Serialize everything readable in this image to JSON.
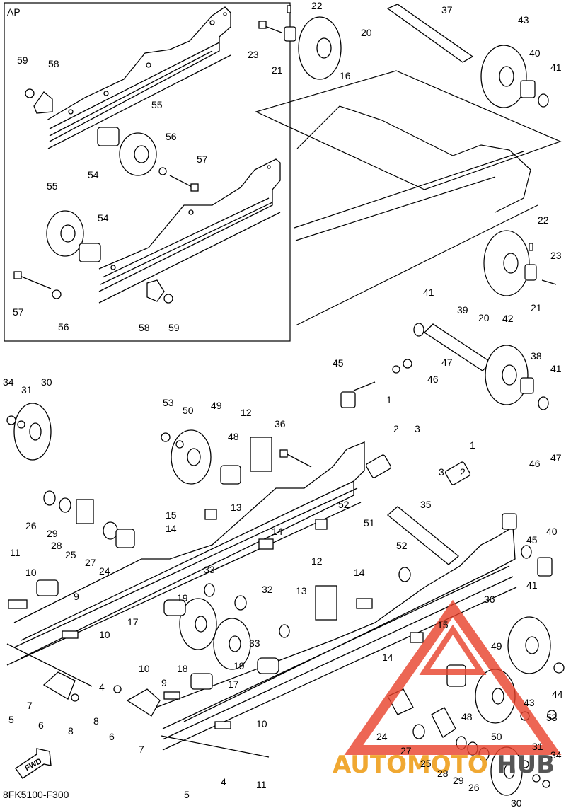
{
  "inset": {
    "title": "AP"
  },
  "figure_code": "8FK5100-F300",
  "fwd_label": "FWD",
  "watermark": {
    "left": "AUTOMOTO",
    "right": "HUB",
    "orange": "#f0a832",
    "red": "#e8402a",
    "grey": "#555555"
  },
  "callouts": [
    {
      "id": "c22a",
      "text": "22"
    },
    {
      "id": "c23a",
      "text": "23"
    },
    {
      "id": "c21a",
      "text": "21"
    },
    {
      "id": "c20a",
      "text": "20"
    },
    {
      "id": "c37",
      "text": "37"
    },
    {
      "id": "c43a",
      "text": "43"
    },
    {
      "id": "c40a",
      "text": "40"
    },
    {
      "id": "c41a",
      "text": "41"
    },
    {
      "id": "c16",
      "text": "16"
    },
    {
      "id": "c22b",
      "text": "22"
    },
    {
      "id": "c23b",
      "text": "23"
    },
    {
      "id": "c21b",
      "text": "21"
    },
    {
      "id": "c20b",
      "text": "20"
    },
    {
      "id": "c59a",
      "text": "59"
    },
    {
      "id": "c58a",
      "text": "58"
    },
    {
      "id": "c55a",
      "text": "55"
    },
    {
      "id": "c56a",
      "text": "56"
    },
    {
      "id": "c57a",
      "text": "57"
    },
    {
      "id": "c54a",
      "text": "54"
    },
    {
      "id": "c55b",
      "text": "55"
    },
    {
      "id": "c54b",
      "text": "54"
    },
    {
      "id": "c57b",
      "text": "57"
    },
    {
      "id": "c56b",
      "text": "56"
    },
    {
      "id": "c58b",
      "text": "58"
    },
    {
      "id": "c59b",
      "text": "59"
    },
    {
      "id": "c41b",
      "text": "41"
    },
    {
      "id": "c39",
      "text": "39"
    },
    {
      "id": "c42",
      "text": "42"
    },
    {
      "id": "c45a",
      "text": "45"
    },
    {
      "id": "c47a",
      "text": "47"
    },
    {
      "id": "c46a",
      "text": "46"
    },
    {
      "id": "c38",
      "text": "38"
    },
    {
      "id": "c41c",
      "text": "41"
    },
    {
      "id": "c34a",
      "text": "34"
    },
    {
      "id": "c31a",
      "text": "31"
    },
    {
      "id": "c30a",
      "text": "30"
    },
    {
      "id": "c53a",
      "text": "53"
    },
    {
      "id": "c50a",
      "text": "50"
    },
    {
      "id": "c49a",
      "text": "49"
    },
    {
      "id": "c12a",
      "text": "12"
    },
    {
      "id": "c36a",
      "text": "36"
    },
    {
      "id": "c1a",
      "text": "1"
    },
    {
      "id": "c2a",
      "text": "2"
    },
    {
      "id": "c3a",
      "text": "3"
    },
    {
      "id": "c48a",
      "text": "48"
    },
    {
      "id": "c1b",
      "text": "1"
    },
    {
      "id": "c3b",
      "text": "3"
    },
    {
      "id": "c2b",
      "text": "2"
    },
    {
      "id": "c46b",
      "text": "46"
    },
    {
      "id": "c47b",
      "text": "47"
    },
    {
      "id": "c26a",
      "text": "26"
    },
    {
      "id": "c29a",
      "text": "29"
    },
    {
      "id": "c28a",
      "text": "28"
    },
    {
      "id": "c25a",
      "text": "25"
    },
    {
      "id": "c27a",
      "text": "27"
    },
    {
      "id": "c24a",
      "text": "24"
    },
    {
      "id": "c15a",
      "text": "15"
    },
    {
      "id": "c14a",
      "text": "14"
    },
    {
      "id": "c13a",
      "text": "13"
    },
    {
      "id": "c14b",
      "text": "14"
    },
    {
      "id": "c52a",
      "text": "52"
    },
    {
      "id": "c51",
      "text": "51"
    },
    {
      "id": "c35",
      "text": "35"
    },
    {
      "id": "c45b",
      "text": "45"
    },
    {
      "id": "c40b",
      "text": "40"
    },
    {
      "id": "c52b",
      "text": "52"
    },
    {
      "id": "c41d",
      "text": "41"
    },
    {
      "id": "c11a",
      "text": "11"
    },
    {
      "id": "c10a",
      "text": "10"
    },
    {
      "id": "c9a",
      "text": "9"
    },
    {
      "id": "c10b",
      "text": "10"
    },
    {
      "id": "c33a",
      "text": "33"
    },
    {
      "id": "c19a",
      "text": "19"
    },
    {
      "id": "c32",
      "text": "32"
    },
    {
      "id": "c12b",
      "text": "12"
    },
    {
      "id": "c14c",
      "text": "14"
    },
    {
      "id": "c36b",
      "text": "36"
    },
    {
      "id": "c17a",
      "text": "17"
    },
    {
      "id": "c13b",
      "text": "13"
    },
    {
      "id": "c15b",
      "text": "15"
    },
    {
      "id": "c14d",
      "text": "14"
    },
    {
      "id": "c18",
      "text": "18"
    },
    {
      "id": "c33b",
      "text": "33"
    },
    {
      "id": "c19b",
      "text": "19"
    },
    {
      "id": "c17b",
      "text": "17"
    },
    {
      "id": "c49b",
      "text": "49"
    },
    {
      "id": "c44",
      "text": "44"
    },
    {
      "id": "c43b",
      "text": "43"
    },
    {
      "id": "c53b",
      "text": "53"
    },
    {
      "id": "c4a",
      "text": "4"
    },
    {
      "id": "c10c",
      "text": "10"
    },
    {
      "id": "c9b",
      "text": "9"
    },
    {
      "id": "c7a",
      "text": "7"
    },
    {
      "id": "c5a",
      "text": "5"
    },
    {
      "id": "c6a",
      "text": "6"
    },
    {
      "id": "c8a",
      "text": "8"
    },
    {
      "id": "c8b",
      "text": "8"
    },
    {
      "id": "c6b",
      "text": "6"
    },
    {
      "id": "c7b",
      "text": "7"
    },
    {
      "id": "c10d",
      "text": "10"
    },
    {
      "id": "c48b",
      "text": "48"
    },
    {
      "id": "c24b",
      "text": "24"
    },
    {
      "id": "c27b",
      "text": "27"
    },
    {
      "id": "c25b",
      "text": "25"
    },
    {
      "id": "c50b",
      "text": "50"
    },
    {
      "id": "c31b",
      "text": "31"
    },
    {
      "id": "c34b",
      "text": "34"
    },
    {
      "id": "c28b",
      "text": "28"
    },
    {
      "id": "c29b",
      "text": "29"
    },
    {
      "id": "c26b",
      "text": "26"
    },
    {
      "id": "c30b",
      "text": "30"
    },
    {
      "id": "c4b",
      "text": "4"
    },
    {
      "id": "c11b",
      "text": "11"
    },
    {
      "id": "c5b",
      "text": "5"
    }
  ]
}
